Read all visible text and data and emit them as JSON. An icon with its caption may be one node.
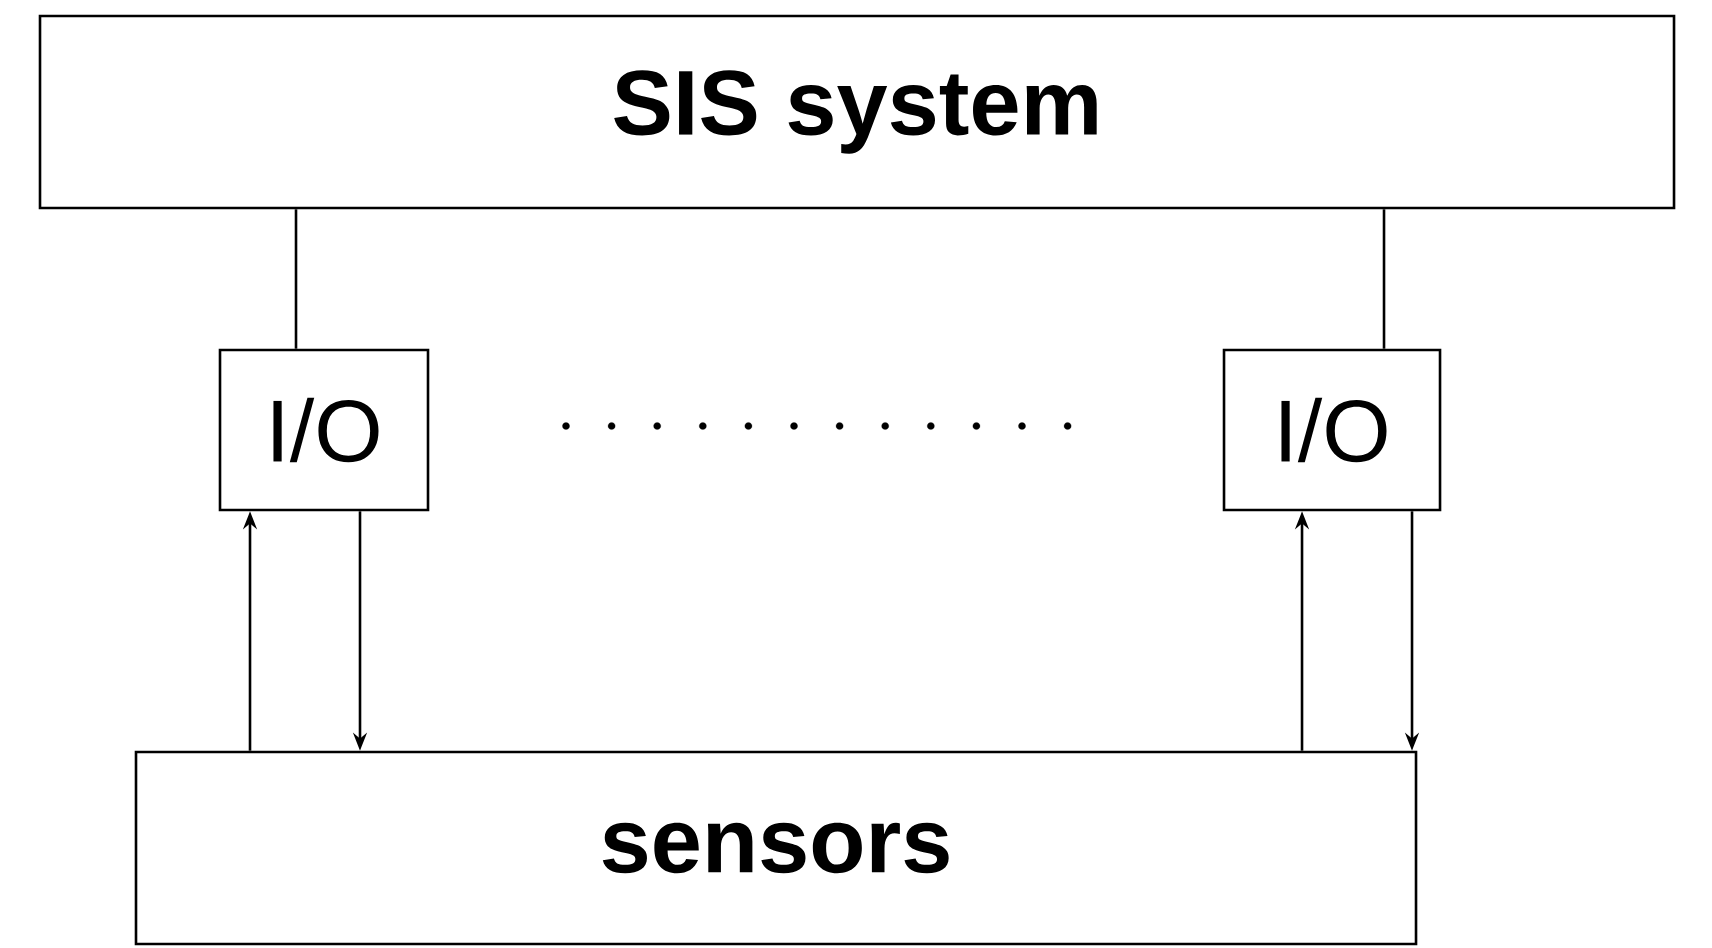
{
  "diagram": {
    "nodes": [
      {
        "text": [
          "SIS system"
        ]
      },
      {
        "text": [
          "I/O"
        ]
      },
      {
        "text": [
          "I/O"
        ]
      },
      {
        "text": [
          "sensors"
        ]
      }
    ],
    "edges": [
      {
        "from": 0,
        "to": 1,
        "arrow": "none"
      },
      {
        "from": 0,
        "to": 2,
        "arrow": "none"
      },
      {
        "from": 3,
        "to": 1,
        "arrow": "to"
      },
      {
        "from": 1,
        "to": 3,
        "arrow": "to"
      },
      {
        "from": 3,
        "to": 2,
        "arrow": "to"
      },
      {
        "from": 2,
        "to": 3,
        "arrow": "to"
      }
    ]
  }
}
